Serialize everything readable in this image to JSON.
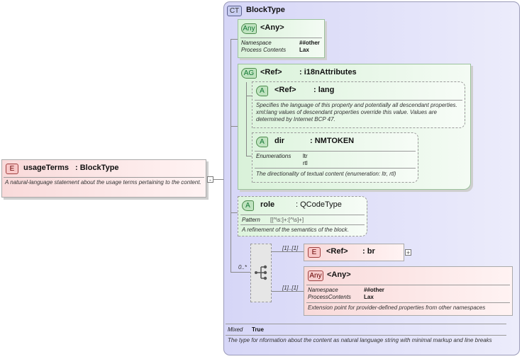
{
  "element": {
    "badge": "E",
    "name": "usageTerms",
    "type": ": BlockType",
    "description": "A natural-language statement about the usage terms pertaining to the content."
  },
  "complex_type": {
    "badge": "CT",
    "name": "BlockType",
    "mixed_label": "Mixed",
    "mixed_value": "True",
    "description": "The type for nformation about the content as natural language string with minimal markup and line breaks"
  },
  "any_top": {
    "badge": "Any",
    "name": "<Any>",
    "namespace_label": "Namespace",
    "namespace_value": "##other",
    "process_label": "Process Contents",
    "process_value": "Lax"
  },
  "attr_group": {
    "badge": "AG",
    "ref": "<Ref>",
    "name": ": i18nAttributes",
    "lang": {
      "badge": "A",
      "ref": "<Ref>",
      "name": ": lang",
      "description": "Specifies the language of this property and potentially all descendant properties. xml:lang values of descendant properties override this value. Values are determined by Internet BCP 47."
    },
    "dir": {
      "badge": "A",
      "name": "dir",
      "type": ": NMTOKEN",
      "enum_label": "Enumerations",
      "enum_values": [
        "ltr",
        "rtl"
      ],
      "description": "The directionality of textual content (enumeration: ltr, rtl)"
    }
  },
  "role": {
    "badge": "A",
    "name": "role",
    "type": ": QCodeType",
    "pattern_label": "Pattern",
    "pattern_value": "[[^\\s:]+:[^\\s]+]",
    "description": "A refinement of the semantics of the block."
  },
  "choice": {
    "cardinality": "0..*"
  },
  "br": {
    "cardinality": "[1]..[1]",
    "badge": "E",
    "ref": "<Ref>",
    "name": ": br"
  },
  "any_bottom": {
    "cardinality": "[1]..[1]",
    "badge": "Any",
    "name": "<Any>",
    "namespace_label": "Namespace",
    "namespace_value": "##other",
    "process_label": "ProcessContents",
    "process_value": "Lax",
    "description": "Extension point for provider-defined properties from other namespaces"
  }
}
